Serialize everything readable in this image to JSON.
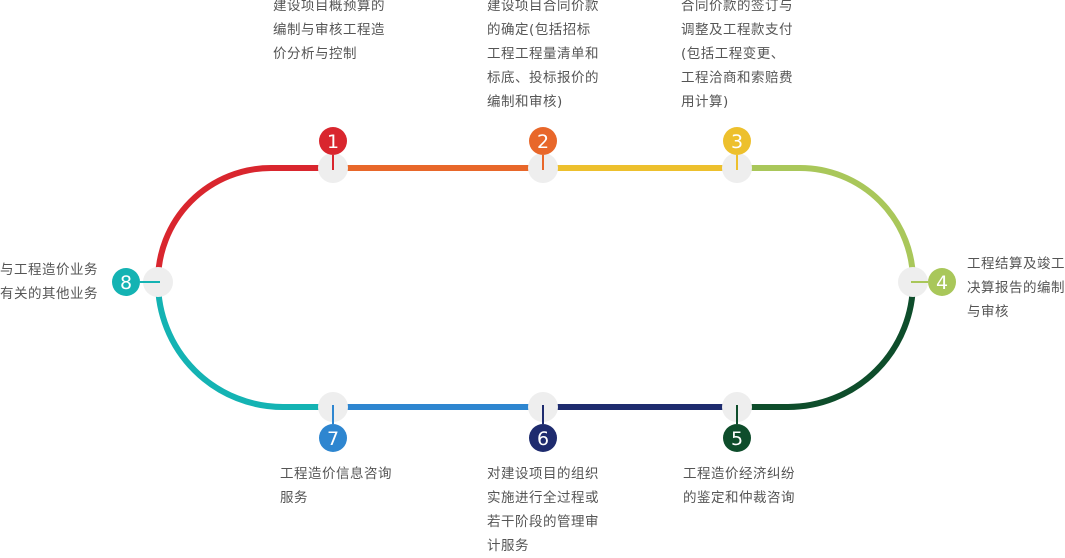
{
  "colors": {
    "track": [
      "#d9262e",
      "#e8672a",
      "#edc02d",
      "#a9c75a",
      "#0e4d2b",
      "#1e2b6e",
      "#2e86d0",
      "#14b3b3"
    ],
    "node_bg": "#eeeeee"
  },
  "steps": [
    {
      "number": "1",
      "color": "#d9262e",
      "text": "建设项目概预算的\n编制与审核工程造\n价分析与控制"
    },
    {
      "number": "2",
      "color": "#e8672a",
      "text": "建设项目合同价款\n的确定(包括招标\n工程工程量清单和\n标底、投标报价的\n编制和审核)"
    },
    {
      "number": "3",
      "color": "#edc02d",
      "text": "合同价款的签订与\n调整及工程款支付\n(包括工程变更、\n工程洽商和索赔费\n用计算)"
    },
    {
      "number": "4",
      "color": "#a9c75a",
      "text": "工程结算及竣工\n决算报告的编制\n与审核"
    },
    {
      "number": "5",
      "color": "#0e4d2b",
      "text": "工程造价经济纠纷\n的鉴定和仲裁咨询"
    },
    {
      "number": "6",
      "color": "#1e2b6e",
      "text": "对建设项目的组织\n实施进行全过程或\n若干阶段的管理审\n计服务"
    },
    {
      "number": "7",
      "color": "#2e86d0",
      "text": "工程造价信息咨询\n服务"
    },
    {
      "number": "8",
      "color": "#14b3b3",
      "text": "与工程造价业务\n有关的其他业务"
    }
  ]
}
